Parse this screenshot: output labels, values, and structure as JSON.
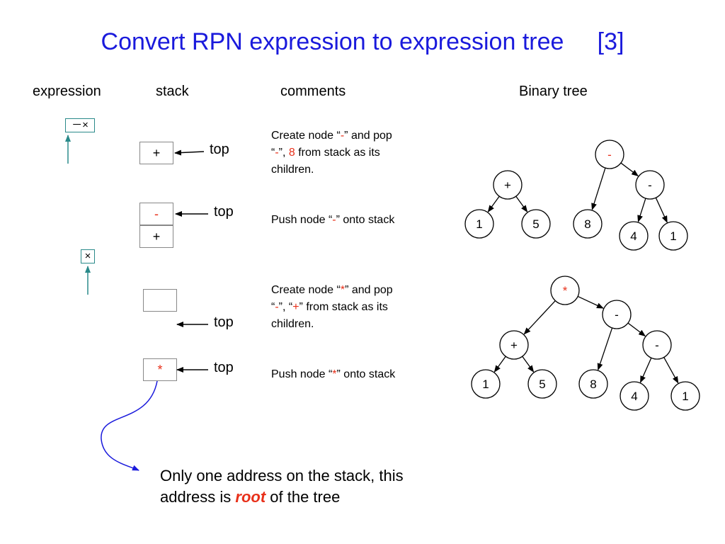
{
  "title": "Convert RPN expression to expression tree     [3]",
  "headers": {
    "expression": "expression",
    "stack": "stack",
    "comments": "comments",
    "binary_tree": "Binary tree"
  },
  "expression": {
    "first": [
      "－",
      "×"
    ],
    "second": [
      "×"
    ]
  },
  "stack": {
    "s1": [
      "+"
    ],
    "s2": [
      "-",
      "+"
    ],
    "s3": [
      ""
    ],
    "s4": [
      "*"
    ],
    "top_label": "top"
  },
  "comments": {
    "c1": {
      "a": "Create node “",
      "b": "-",
      "c": "” and pop",
      "d": "“",
      "e": "-",
      "f": "”, ",
      "g": "8",
      "h": " from stack as its",
      "i": "children."
    },
    "c2": {
      "a": "Push node “",
      "b": "-",
      "c": "” onto stack"
    },
    "c3": {
      "a": "Create node “",
      "b": "*",
      "c": "” and pop",
      "d": "“",
      "e": "-",
      "f": "”, “",
      "g": "+",
      "h": "” from stack as its",
      "i": "children."
    },
    "c4": {
      "a": "Push node “",
      "b": "*",
      "c": "” onto stack"
    }
  },
  "tree1": {
    "left": {
      "root": "+",
      "l": "1",
      "r": "5"
    },
    "right": {
      "root": "-",
      "l": "8",
      "r": "-",
      "rl": "4",
      "rr": "1"
    }
  },
  "tree2": {
    "root": "*",
    "r": "-",
    "l": "+",
    "ll": "1",
    "lr": "5",
    "rl": "8",
    "rr": "-",
    "rrl": "4",
    "rrr": "1"
  },
  "final": {
    "line1": "Only one address on the stack, this",
    "line2_pre": "address is ",
    "root_word": "root",
    "line2_post": " of the tree"
  },
  "colors": {
    "title": "#1a1adc",
    "accent_red": "#e8301a",
    "teal": "#2a8a8a",
    "curve_blue": "#1a1adc"
  }
}
